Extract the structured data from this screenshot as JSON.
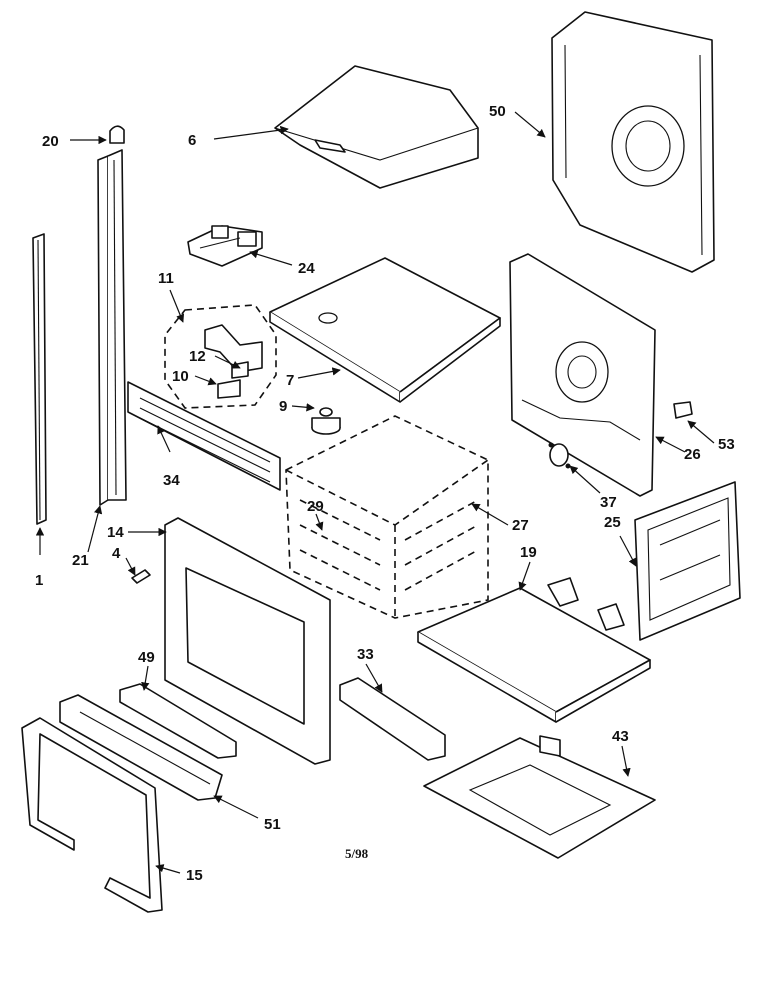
{
  "diagram": {
    "labels": {
      "p1": "1",
      "p4": "4",
      "p6": "6",
      "p7": "7",
      "p9": "9",
      "p10": "10",
      "p11": "11",
      "p12": "12",
      "p14": "14",
      "p15": "15",
      "p19": "19",
      "p20": "20",
      "p21": "21",
      "p24": "24",
      "p25": "25",
      "p26": "26",
      "p27": "27",
      "p29": "29",
      "p33": "33",
      "p34": "34",
      "p37": "37",
      "p43": "43",
      "p49": "49",
      "p50": "50",
      "p51": "51",
      "p53": "53"
    },
    "date_code": "5/98"
  }
}
